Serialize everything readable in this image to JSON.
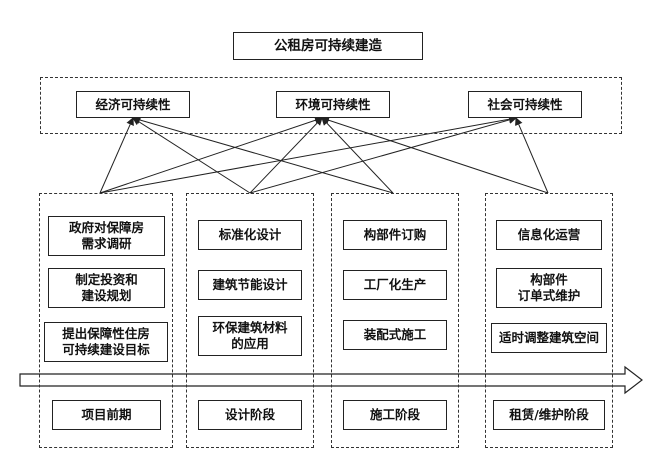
{
  "title": "公租房可持续建造",
  "goals": [
    "经济可持续性",
    "环境可持续性",
    "社会可持续性"
  ],
  "stages": [
    {
      "items": [
        "政府对保障房\n需求调研",
        "制定投资和\n建设规划",
        "提出保障性住房\n可持续建设目标"
      ],
      "phase": "项目前期"
    },
    {
      "items": [
        "标准化设计",
        "建筑节能设计",
        "环保建筑材料\n的应用"
      ],
      "phase": "设计阶段"
    },
    {
      "items": [
        "构部件订购",
        "工厂化生产",
        "装配式施工"
      ],
      "phase": "施工阶段"
    },
    {
      "items": [
        "信息化运营",
        "构部件\n订单式维护",
        "适时调整建筑空间"
      ],
      "phase": "租赁/维护阶段"
    }
  ]
}
